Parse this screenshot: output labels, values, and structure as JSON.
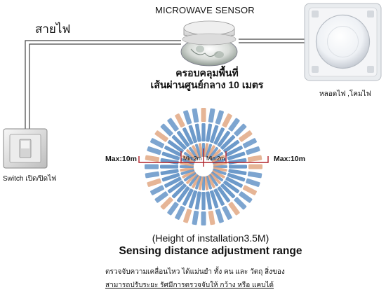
{
  "sensor": {
    "title": "MICROWAVE SENSOR"
  },
  "wire": {
    "label": "สายไฟ"
  },
  "coverage": {
    "line1": "ครอบคลุมพื้นที่",
    "line2": "เส้นผ่านศูนย์กลาง 10 เมตร"
  },
  "lamp": {
    "label": "หลอดไฟ ,โคมไฟ"
  },
  "switch": {
    "label": "Switch เปิด/ปิดไฟ"
  },
  "range": {
    "max_left": "Max:10m",
    "min_left": "Min:2m",
    "min_right": "Min:2m",
    "max_right": "Max:10m"
  },
  "installation": {
    "height_text": "(Height of installation3.5M)",
    "title": "Sensing distance adjustment range"
  },
  "note": {
    "line1": "ตรวจจับความเคลื่อนไหว ได้แม่นยำ ทั้ง คน และ วัตถุ สิ่งของ",
    "line2": "สามารถปรับระยะ รัศมีการตรวจจับให้ กว้าง หรือ แคบได้"
  },
  "colors": {
    "blue_ray": "#5d8fc4",
    "orange_ray": "#e0a27c",
    "range_marker": "#b0232a",
    "wire": "#444444"
  }
}
